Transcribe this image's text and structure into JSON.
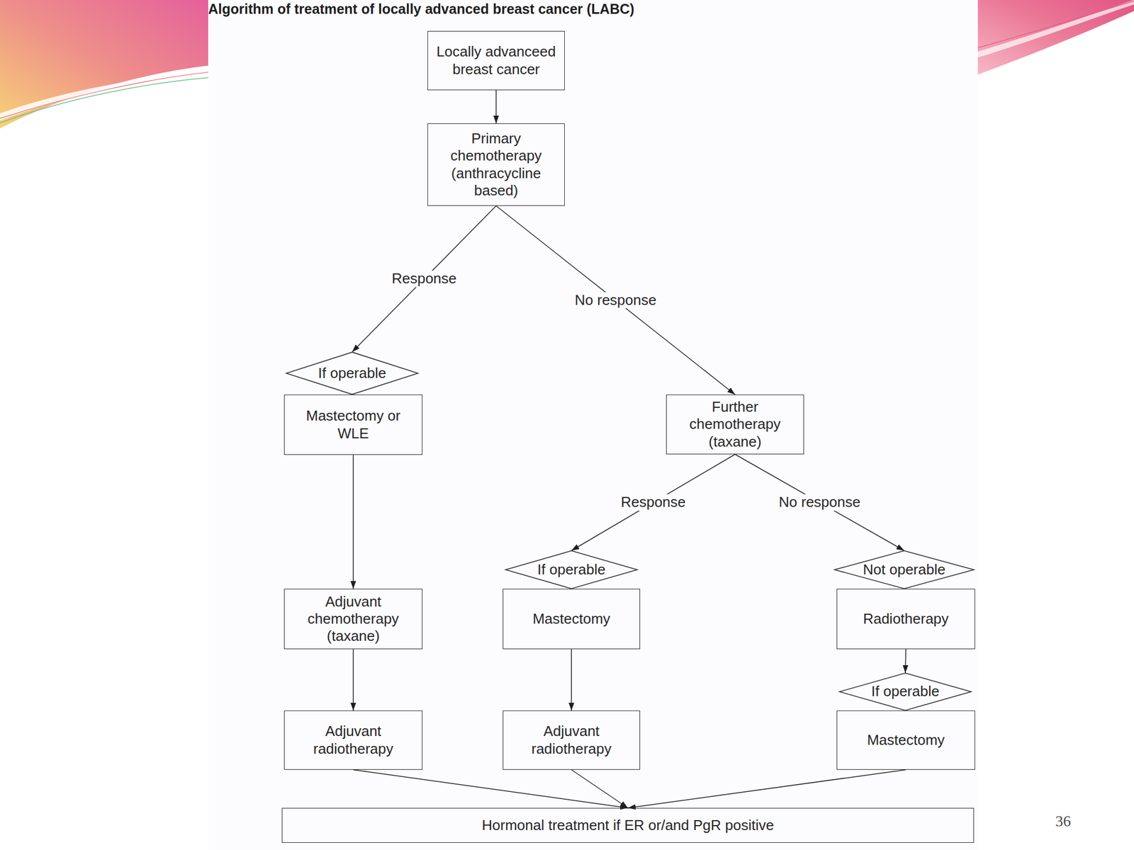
{
  "diagram": {
    "title": "Algorithm of treatment of locally advanced breast cancer (LABC)",
    "nodes": [
      {
        "text": [
          "Locally advanceed breast cancer"
        ]
      },
      {
        "text": [
          "Primary chemotherapy (anthracycline based)"
        ]
      },
      {
        "text": [
          "If operable"
        ]
      },
      {
        "text": [
          "Mastectomy or WLE"
        ]
      },
      {
        "text": [
          "Further chemotherapy (taxane)"
        ]
      },
      {
        "text": [
          "If operable"
        ]
      },
      {
        "text": [
          "Not operable"
        ]
      },
      {
        "text": [
          "Adjuvant chemotherapy (taxane)"
        ]
      },
      {
        "text": [
          "Mastectomy"
        ]
      },
      {
        "text": [
          "Radiotherapy"
        ]
      },
      {
        "text": [
          "If operable"
        ]
      },
      {
        "text": [
          "Adjuvant radiotherapy"
        ]
      },
      {
        "text": [
          "Adjuvant radiotherapy"
        ]
      },
      {
        "text": [
          "Mastectomy"
        ]
      },
      {
        "text": [
          "Hormonal treatment if ER or/and PgR positive"
        ]
      }
    ],
    "edges": [
      {
        "from": 0,
        "to": 1,
        "arrow": "to"
      },
      {
        "from": 1,
        "to": 2,
        "label": "Response",
        "arrow": "to"
      },
      {
        "from": 1,
        "to": 4,
        "label": "No response",
        "arrow": "to"
      },
      {
        "from": 3,
        "to": 7,
        "arrow": "to"
      },
      {
        "from": 4,
        "to": 5,
        "label": "Response",
        "arrow": "to"
      },
      {
        "from": 4,
        "to": 6,
        "label": "No response",
        "arrow": "to"
      },
      {
        "from": 7,
        "to": 11,
        "arrow": "to"
      },
      {
        "from": 8,
        "to": 12,
        "arrow": "to"
      },
      {
        "from": 9,
        "to": 10,
        "arrow": "to"
      },
      {
        "from": 11,
        "to": 14,
        "arrow": "to"
      },
      {
        "from": 12,
        "to": 14,
        "arrow": "to"
      },
      {
        "from": 13,
        "to": 14,
        "arrow": "to"
      }
    ],
    "labels": [
      "36"
    ]
  }
}
